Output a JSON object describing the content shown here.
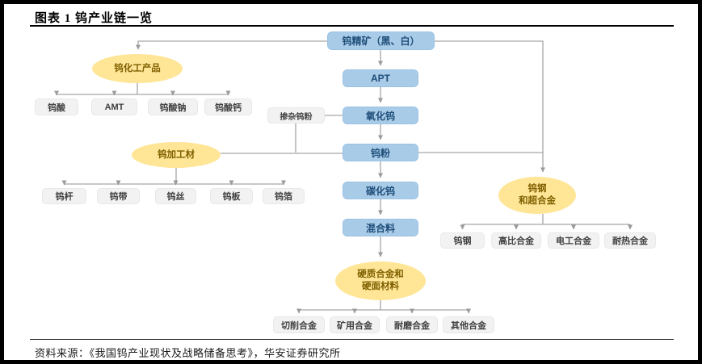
{
  "page": {
    "title": "图表 1 钨产业链一览",
    "source": "资料来源：《我国钨产业现状及战略储备思考》，华安证券研究所"
  },
  "colors": {
    "blue_node_fill": "#A8CBE8",
    "blue_node_text": "#1F4E79",
    "yellow_ellipse_fill": "#FFE596",
    "yellow_ellipse_text": "#7F6000",
    "gray_node_fill": "#F2F2F2",
    "gray_node_text": "#404040",
    "edge_line": "#A6A6A6",
    "frame_border": "#000000"
  },
  "diagram": {
    "main_chain": {
      "ore": "钨精矿（黑、白）",
      "apt": "APT",
      "oxide": "氧化钨",
      "powder": "钨粉",
      "carbide": "碳化钨",
      "mixture": "混合料"
    },
    "side_input": {
      "doped_powder": "掺杂钨粉"
    },
    "groups": {
      "chem": {
        "label": "钨化工产品",
        "children": [
          "钨酸",
          "AMT",
          "钨酸钠",
          "钨酸钙"
        ]
      },
      "process": {
        "label": "钨加工材",
        "children": [
          "钨杆",
          "钨带",
          "钨丝",
          "钨板",
          "钨箔"
        ]
      },
      "steel": {
        "label_line1": "钨钢",
        "label_line2": "和超合金",
        "children": [
          "钨钢",
          "高比合金",
          "电工合金",
          "耐热合金"
        ]
      },
      "hard": {
        "label_line1": "硬质合金和",
        "label_line2": "硬面材料",
        "children": [
          "切削合金",
          "矿用合金",
          "耐磨合金",
          "其他合金"
        ]
      }
    }
  }
}
